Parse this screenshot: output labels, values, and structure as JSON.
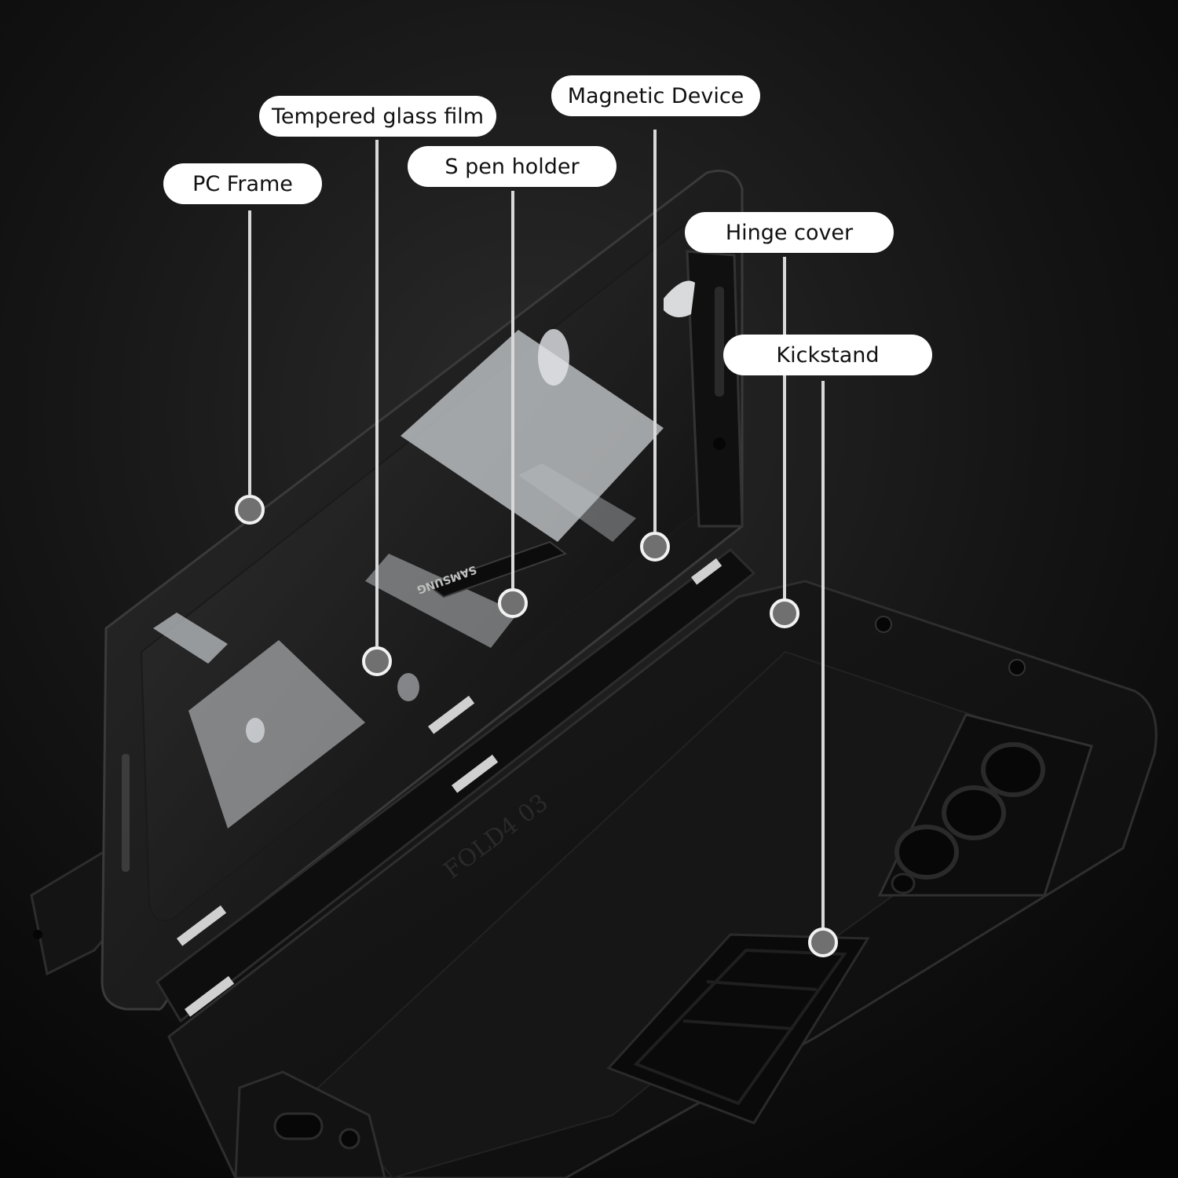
{
  "callouts": {
    "tempered_glass_film": "Tempered glass film",
    "magnetic_device": "Magnetic Device",
    "pc_frame": "PC Frame",
    "s_pen_holder": "S pen holder",
    "hinge_cover": "Hinge cover",
    "kickstand": "Kickstand"
  },
  "product_text": {
    "pen_brand": "SAMSUNG",
    "case_engraving": "FOLD4 03"
  },
  "colors": {
    "background": "#0b0b0b",
    "case_body": "#151515",
    "label_fill": "#ffffff",
    "marker_fill": "#707070",
    "leader_line": "#d9d9d9"
  }
}
